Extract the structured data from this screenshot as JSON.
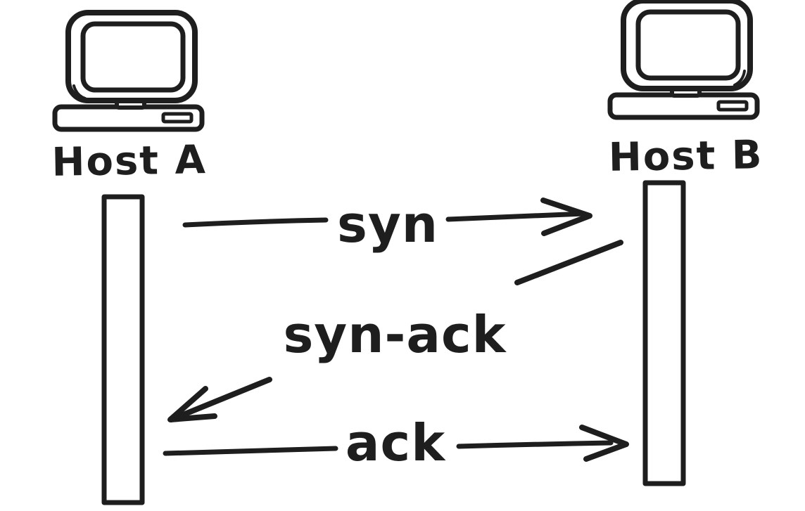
{
  "diagram": {
    "kind": "sequence-diagram-hand-drawn",
    "background_color": "#ffffff",
    "ink_color": "#1e1e1e",
    "actors": [
      {
        "id": "host-a",
        "label": "Host A",
        "icon": "computer-icon",
        "side": "left"
      },
      {
        "id": "host-b",
        "label": "Host B",
        "icon": "computer-icon",
        "side": "right"
      }
    ],
    "lifelines": [
      {
        "actor": "host-a"
      },
      {
        "actor": "host-b"
      }
    ],
    "messages": [
      {
        "label": "syn",
        "from": "host-a",
        "to": "host-b",
        "direction": "right"
      },
      {
        "label": "syn-ack",
        "from": "host-b",
        "to": "host-a",
        "direction": "left"
      },
      {
        "label": "ack",
        "from": "host-a",
        "to": "host-b",
        "direction": "right"
      }
    ]
  }
}
